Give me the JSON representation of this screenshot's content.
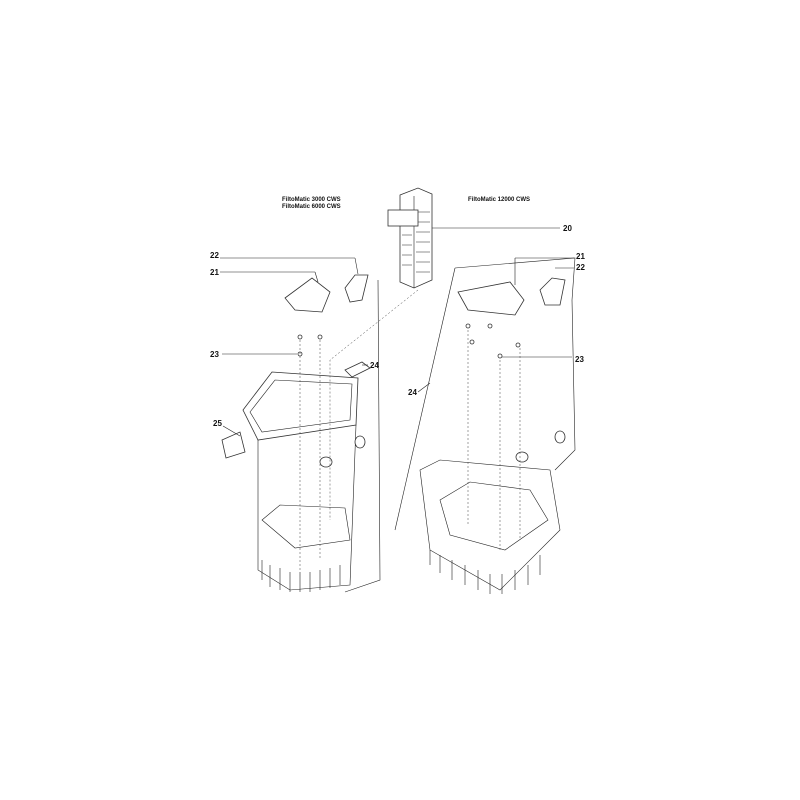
{
  "titles": {
    "left_line1": "FiltoMatic 3000 CWS",
    "left_line2": "FiltoMatic 6000 CWS",
    "right": "FiltoMatic 12000 CWS"
  },
  "callouts": {
    "filter_insert": "20",
    "left_21": "21",
    "left_22": "22",
    "left_23": "23",
    "left_24": "24",
    "left_25": "25",
    "right_21": "21",
    "right_22": "22",
    "right_23": "23",
    "right_24": "24"
  }
}
